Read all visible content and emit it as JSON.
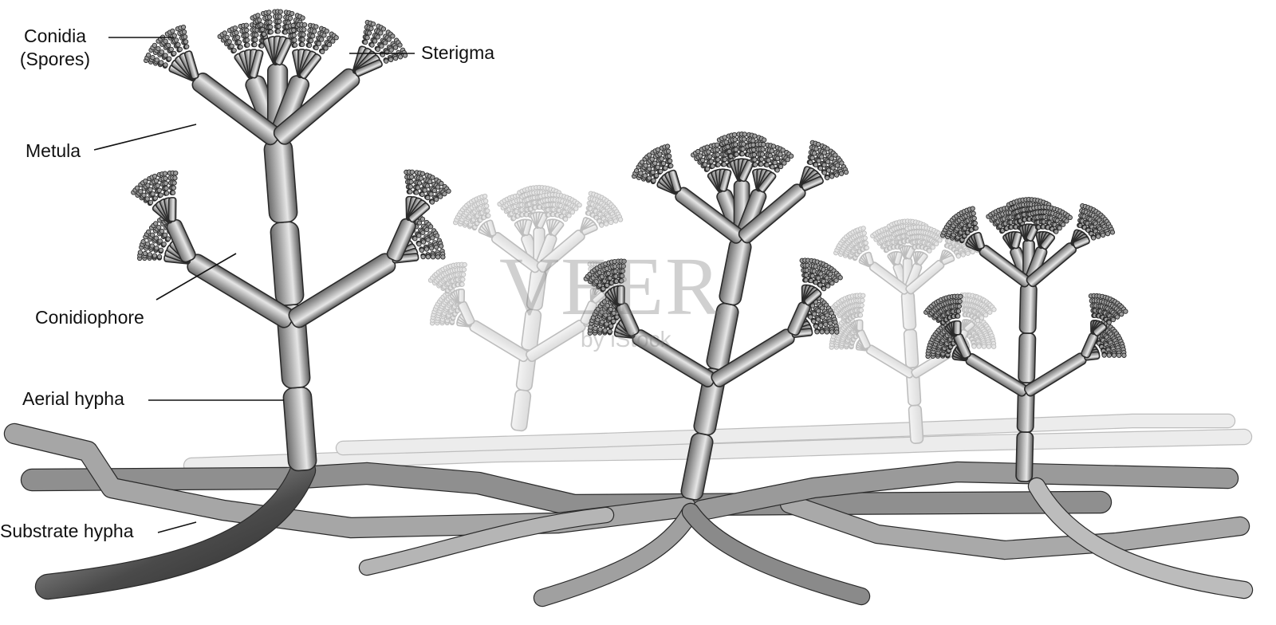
{
  "labels": {
    "conidia": "Conidia",
    "spores": "(Spores)",
    "sterigma": "Sterigma",
    "metula": "Metula",
    "conidiophore": "Conidiophore",
    "aerial_hypha": "Aerial hypha",
    "substrate_hypha": "Substrate hypha"
  },
  "watermark": {
    "brand": "VEER",
    "byline": "by iStock"
  },
  "colors": {
    "hypha_fill": "#9a9a9a",
    "hypha_light": "#d8d8d8",
    "outline": "#2a2a2a",
    "faded_outline": "#bdbdbd",
    "faded_fill": "#ececec"
  }
}
